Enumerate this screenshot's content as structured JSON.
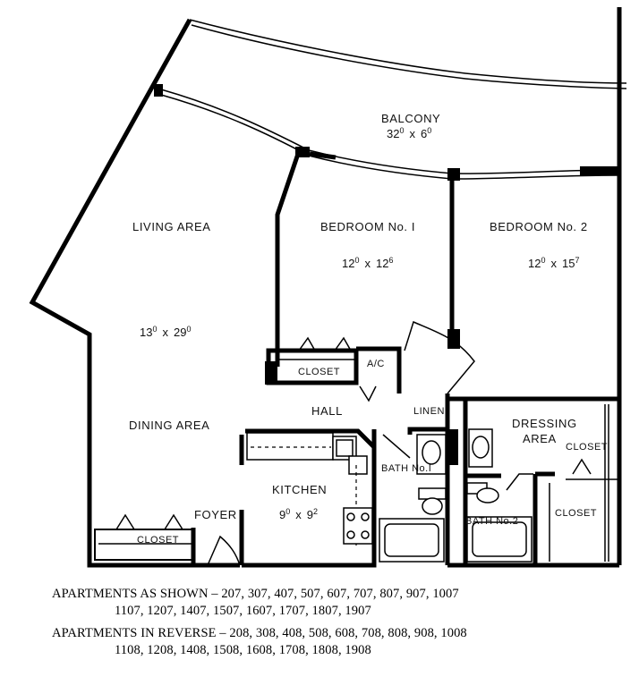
{
  "rooms": {
    "balcony": {
      "name": "BALCONY",
      "dim_w": "32",
      "dim_w_sup": "0",
      "dim_x": "x",
      "dim_h": "6",
      "dim_h_sup": "0"
    },
    "living": {
      "name": "LIVING AREA",
      "dim_w": "13",
      "dim_w_sup": "0",
      "dim_x": "x",
      "dim_h": "29",
      "dim_h_sup": "0"
    },
    "bedroom1": {
      "name": "BEDROOM No. I",
      "dim_w": "12",
      "dim_w_sup": "0",
      "dim_x": "x",
      "dim_h": "12",
      "dim_h_sup": "6"
    },
    "bedroom2": {
      "name": "BEDROOM No. 2",
      "dim_w": "12",
      "dim_w_sup": "0",
      "dim_x": "x",
      "dim_h": "15",
      "dim_h_sup": "7"
    },
    "dining": {
      "name": "DINING AREA"
    },
    "hall": {
      "name": "HALL"
    },
    "kitchen": {
      "name": "KITCHEN",
      "dim_w": "9",
      "dim_w_sup": "0",
      "dim_x": "x",
      "dim_h": "9",
      "dim_h_sup": "2"
    },
    "foyer": {
      "name": "FOYER"
    },
    "bath1": {
      "name": "BATH No.I"
    },
    "bath2": {
      "name": "BATH No.2"
    },
    "dressing": {
      "name_line1": "DRESSING",
      "name_line2": "AREA"
    },
    "closet_bed1": {
      "name": "CLOSET"
    },
    "closet_foyer": {
      "name": "CLOSET"
    },
    "closet_dressing": {
      "name": "CLOSET"
    },
    "closet_bath2": {
      "name": "CLOSET"
    },
    "ac": {
      "name": "A/C"
    },
    "linen": {
      "name": "LINEN"
    }
  },
  "legend": {
    "shown_line1": "APARTMENTS AS SHOWN – 207, 307, 407, 507, 607, 707, 807, 907, 1007",
    "shown_line2": "1107, 1207, 1407, 1507, 1607, 1707, 1807, 1907",
    "reverse_line1": "APARTMENTS IN REVERSE – 208, 308, 408, 508, 608, 708, 808, 908, 1008",
    "reverse_line2": "1108, 1208, 1408, 1508, 1608, 1708, 1808, 1908"
  }
}
